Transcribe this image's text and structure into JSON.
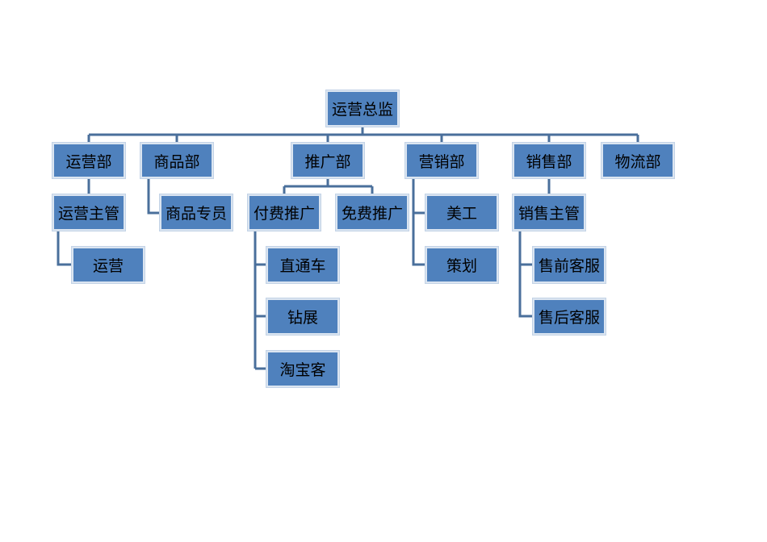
{
  "colors": {
    "box_fill": "#4f81bd",
    "box_border": "#dbe5f1",
    "line": "#4a6f9b"
  },
  "org": {
    "root": "运营总监",
    "ops_dept": "运营部",
    "ops_manager": "运营主管",
    "ops_staff": "运营",
    "goods_dept": "商品部",
    "goods_specialist": "商品专员",
    "promo_dept": "推广部",
    "paid_promo": "付费推广",
    "free_promo": "免费推广",
    "through_train": "直通车",
    "diamond_booth": "钻展",
    "taobao_affiliate": "淘宝客",
    "marketing_dept": "营销部",
    "art_design": "美工",
    "planning": "策划",
    "sales_dept": "销售部",
    "sales_manager": "销售主管",
    "presale_service": "售前客服",
    "aftersale_service": "售后客服",
    "logistics_dept": "物流部"
  }
}
